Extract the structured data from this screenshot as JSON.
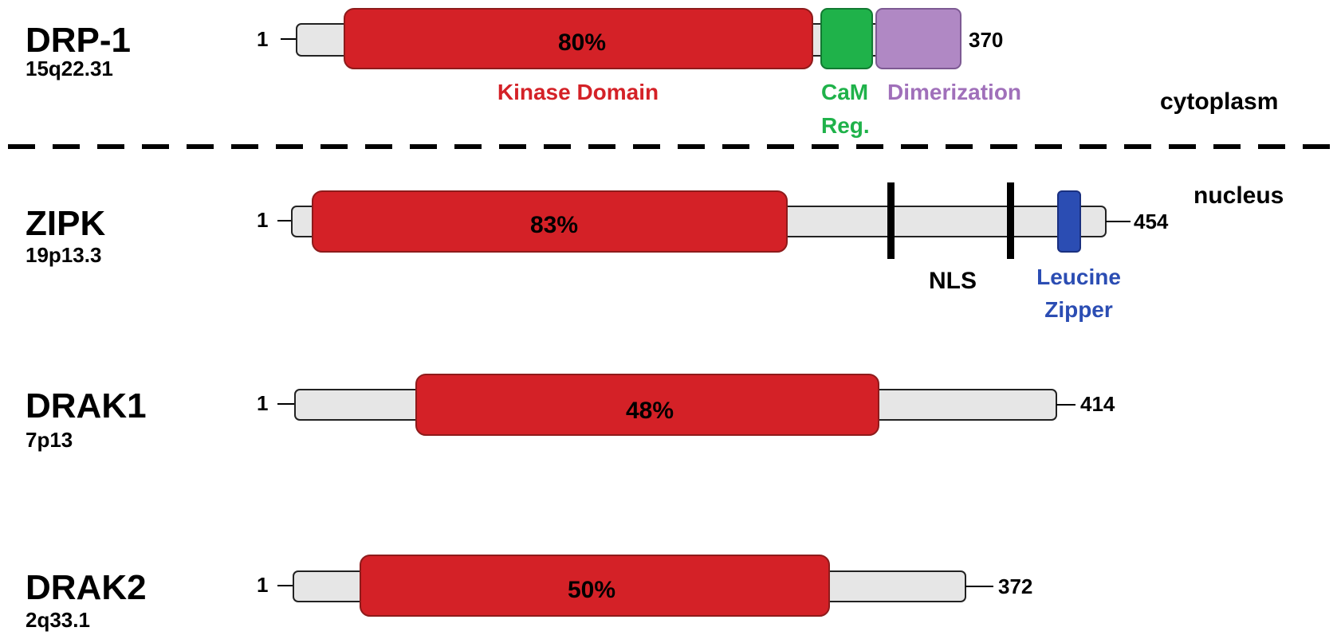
{
  "regions": {
    "top": "cytoplasm",
    "bottom": "nucleus"
  },
  "colors": {
    "kinase": "#d42127",
    "cam": "#1fb24a",
    "dimerization": "#b088c4",
    "leucine": "#2b4db3",
    "backbone": "#e6e6e6",
    "nls": "#000000"
  },
  "proteins": [
    {
      "name": "DRP-1",
      "locus": "15q22.31",
      "start": "1",
      "end": "370",
      "kinase_identity": "80%"
    },
    {
      "name": "ZIPK",
      "locus": "19p13.3",
      "start": "1",
      "end": "454",
      "kinase_identity": "83%"
    },
    {
      "name": "DRAK1",
      "locus": "7p13",
      "start": "1",
      "end": "414",
      "kinase_identity": "48%"
    },
    {
      "name": "DRAK2",
      "locus": "2q33.1",
      "start": "1",
      "end": "372",
      "kinase_identity": "50%"
    }
  ],
  "domain_labels": {
    "kinase": "Kinase Domain",
    "cam_line1": "CaM",
    "cam_line2": "Reg.",
    "dimerization": "Dimerization",
    "nls": "NLS",
    "leucine_line1": "Leucine",
    "leucine_line2": "Zipper"
  }
}
